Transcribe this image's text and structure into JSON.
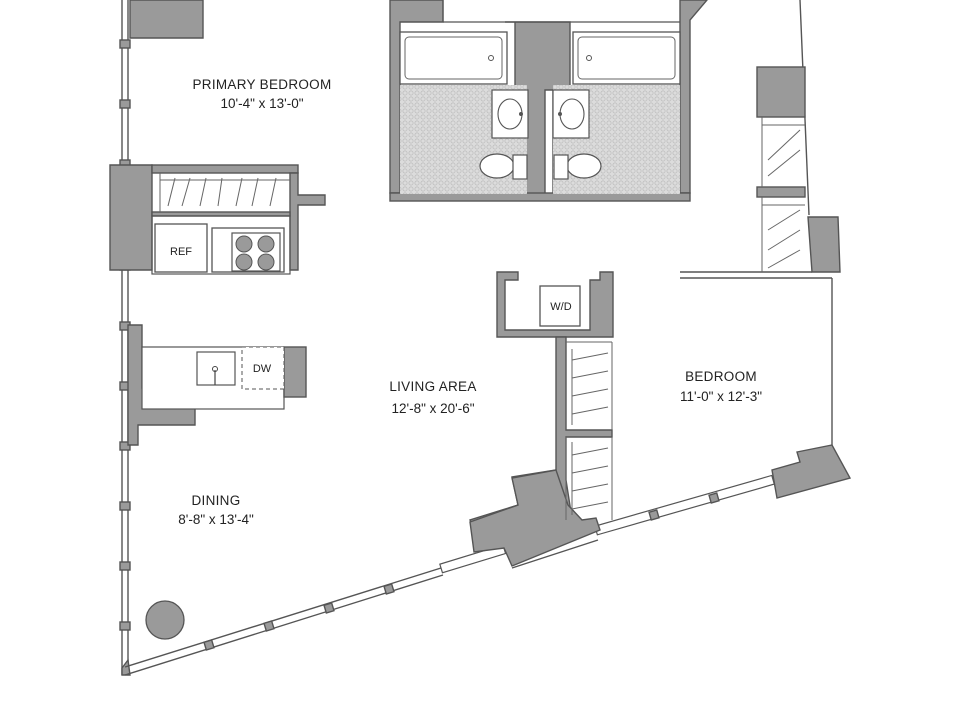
{
  "rooms": {
    "primary_bedroom": {
      "name": "PRIMARY BEDROOM",
      "dims": "10'-4\" x 13'-0\""
    },
    "living_area": {
      "name": "LIVING AREA",
      "dims": "12'-8\" x 20'-6\""
    },
    "bedroom": {
      "name": "BEDROOM",
      "dims": "11'-0\" x 12'-3\""
    },
    "dining": {
      "name": "DINING",
      "dims": "8'-8\" x 13'-4\""
    }
  },
  "appliances": {
    "ref": "REF",
    "dw": "DW",
    "wd": "W/D"
  },
  "colors": {
    "wall_fill": "#9a9a9a",
    "bath_tile": "#d6d6d6",
    "outline": "#444444"
  }
}
